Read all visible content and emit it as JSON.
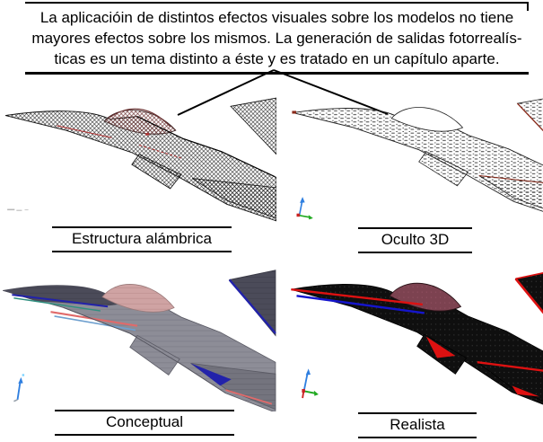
{
  "caption": {
    "lines": [
      "La aplicacióin de distintos efectos visuales sobre los modelos no tiene",
      "mayores efectos sobre los mismos. La generación de salidas fotorrealís-",
      "ticas es un tema distinto a éste y es tratado en un capítulo aparte."
    ]
  },
  "panels": [
    {
      "label": "Estructura alámbrica",
      "style": "wireframe"
    },
    {
      "label": "Oculto 3D",
      "style": "hidden-3d"
    },
    {
      "label": "Conceptual",
      "style": "conceptual"
    },
    {
      "label": "Realista",
      "style": "realistic"
    }
  ],
  "colors": {
    "ink": "#000000",
    "wire_red": "#b03030",
    "wire_maroon": "#6a3030",
    "sketch_red": "#8a2a1a",
    "concept_body": "#8d8d97",
    "concept_dark": "#4b4b59",
    "concept_canopy": "#cfa3a3",
    "concept_blue": "#2222aa",
    "concept_teal": "#2f8f7f",
    "concept_red": "#e06a6a",
    "concept_lightblue": "#6fa0cf",
    "real_body": "#0f0f0f",
    "real_canopy": "#7c4250",
    "real_red": "#dd1111",
    "real_blue": "#1515cc",
    "axis_blue": "#2f7fe0",
    "axis_green": "#22aa22",
    "axis_red": "#cc2222"
  }
}
